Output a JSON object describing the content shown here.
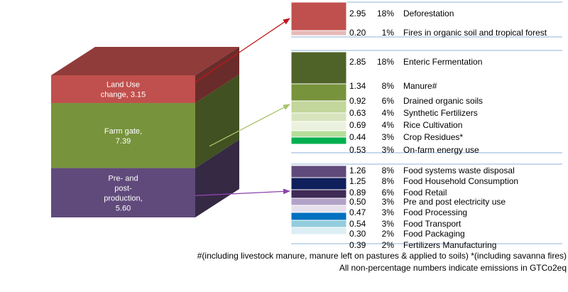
{
  "chart_data": {
    "type": "bar",
    "title": "",
    "stack": [
      {
        "name": "Land Use",
        "name2": "change, 3.15",
        "value": 3.15,
        "color": "#c0504d"
      },
      {
        "name": "Farm gate,",
        "name2": "7.39",
        "value": 7.39,
        "color": "#77933c"
      },
      {
        "name": "Pre- and",
        "name2": "post-",
        "name3": "production,",
        "name4": "5.60",
        "value": 5.6,
        "color": "#604a7b"
      }
    ],
    "groups": [
      {
        "name": "Land Use change",
        "items": [
          {
            "value": 2.95,
            "value_label": "2.95",
            "pct": "18%",
            "label": "Deforestation",
            "color": "#c0504d"
          },
          {
            "value": 0.2,
            "value_label": "0.20",
            "pct": "1%",
            "label": "Fires in organic soil and tropical forest",
            "color": "#e6b9b8"
          }
        ]
      },
      {
        "name": "Farm gate",
        "items": [
          {
            "value": 2.85,
            "value_label": "2.85",
            "pct": "18%",
            "label": "Enteric Fermentation",
            "color": "#4f6228"
          },
          {
            "value": 1.34,
            "value_label": "1.34",
            "pct": "8%",
            "label": "Manure#",
            "color": "#77933c"
          },
          {
            "value": 0.92,
            "value_label": "0.92",
            "pct": "6%",
            "label": "Drained organic soils",
            "color": "#c3d69b"
          },
          {
            "value": 0.63,
            "value_label": "0.63",
            "pct": "4%",
            "label": "Synthetic Fertilizers",
            "color": "#d7e4bd"
          },
          {
            "value": 0.69,
            "value_label": "0.69",
            "pct": "4%",
            "label": "Rice Cultivation",
            "color": "#ebf1de"
          },
          {
            "value": 0.44,
            "value_label": "0.44",
            "pct": "3%",
            "label": "Crop Residues*",
            "color": "#b6dd9a"
          },
          {
            "value": 0.53,
            "value_label": "0.53",
            "pct": "3%",
            "label": "On-farm energy use",
            "color": "#00b050"
          }
        ]
      },
      {
        "name": "Pre- and post-production",
        "items": [
          {
            "value": 1.26,
            "value_label": "1.26",
            "pct": "8%",
            "label": "Food systems waste disposal",
            "color": "#604a7b"
          },
          {
            "value": 1.25,
            "value_label": "1.25",
            "pct": "8%",
            "label": "Food Household Consumption",
            "color": "#0f1f5c"
          },
          {
            "value": 0.89,
            "value_label": "0.89",
            "pct": "6%",
            "label": "Food Retail",
            "color": "#3f2b56"
          },
          {
            "value": 0.5,
            "value_label": "0.50",
            "pct": "3%",
            "label": "Pre and post electricity use",
            "color": "#b3a2c7"
          },
          {
            "value": 0.47,
            "value_label": "0.47",
            "pct": "3%",
            "label": "Food Processing",
            "color": "#e6e0ec"
          },
          {
            "value": 0.54,
            "value_label": "0.54",
            "pct": "3%",
            "label": "Food Transport",
            "color": "#0070c0"
          },
          {
            "value": 0.3,
            "value_label": "0.30",
            "pct": "2%",
            "label": "Food Packaging",
            "color": "#93cddd"
          },
          {
            "value": 0.39,
            "value_label": "0.39",
            "pct": "2%",
            "label": "Fertilizers Manufacturing",
            "color": "#dbeef4"
          }
        ]
      }
    ]
  },
  "notes": {
    "line1": "#(including livestock manure, manure left on pastures & applied to soils) *(including savanna fires)",
    "line2": "All non-percentage numbers indicate emissions in GTCo2eq"
  }
}
